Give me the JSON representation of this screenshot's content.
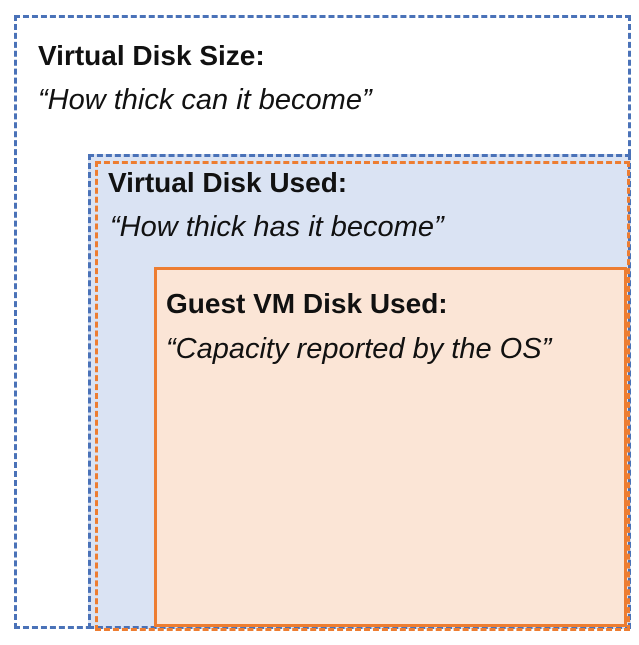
{
  "regions": {
    "virtual_disk_size": {
      "title": "Virtual Disk Size:",
      "subtitle": "“How thick can it become”"
    },
    "virtual_disk_used": {
      "title": "Virtual Disk Used:",
      "subtitle": "“How thick has it become”"
    },
    "guest_vm_disk_used": {
      "title": "Guest VM Disk Used:",
      "subtitle": "“Capacity reported by the OS”"
    }
  },
  "colors": {
    "outline_blue": "#4a72b8",
    "outline_orange": "#ed7d31",
    "fill_light_blue": "#dae3f3",
    "fill_peach": "#fbe5d6"
  }
}
